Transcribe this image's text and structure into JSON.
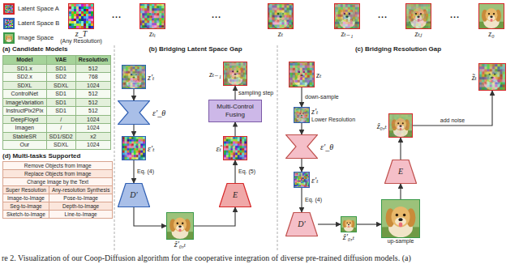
{
  "diagram": {
    "caption": "re 2. Visualization of our Coop-Diffusion algorithm for the cooperative integration of diverse pre-trained diffusion models. (a)",
    "nodes": [
      {
        "text": [
          "z_T",
          "(Any Resolution)"
        ]
      },
      {
        "text": [
          "zₜᵢ"
        ]
      },
      {
        "text": [
          "zₜ"
        ]
      },
      {
        "text": [
          "zₜ₋₁"
        ]
      },
      {
        "text": [
          "zₜⱼ"
        ]
      },
      {
        "text": [
          "z₀"
        ]
      },
      {
        "text": [
          "z′ₜ"
        ]
      },
      {
        "text": [
          "ε′_θ"
        ]
      },
      {
        "text": [
          "ε′ₜ"
        ]
      },
      {
        "text": [
          "D′"
        ]
      },
      {
        "text": [
          "ẑ′₀,ₜ"
        ]
      },
      {
        "text": [
          "E"
        ]
      },
      {
        "text": [
          "ε̂ₜ"
        ]
      },
      {
        "text": [
          "Multi-Control Fusing"
        ]
      },
      {
        "text": [
          "zₜ₋₁"
        ]
      },
      {
        "text": [
          "zₜ"
        ]
      },
      {
        "text": [
          "z′ₜ",
          "Lower Resolution"
        ]
      },
      {
        "text": [
          "ε′_θ"
        ]
      },
      {
        "text": [
          "ε′ₜ"
        ]
      },
      {
        "text": [
          "D′"
        ]
      },
      {
        "text": [
          "ẑ′₀,ₜ"
        ]
      },
      {
        "text": [
          "up-sample"
        ]
      },
      {
        "text": [
          "E"
        ]
      },
      {
        "text": [
          "ẑ₀,ₜ"
        ]
      },
      {
        "text": [
          "z̃ₜ"
        ]
      }
    ],
    "edges": [
      {
        "from": 6,
        "to": 7,
        "arrow": "to"
      },
      {
        "from": 7,
        "to": 8,
        "arrow": "to"
      },
      {
        "from": 8,
        "to": 9,
        "label": "Eq. (4)",
        "arrow": "to"
      },
      {
        "from": 9,
        "to": 10,
        "arrow": "to"
      },
      {
        "from": 10,
        "to": 11,
        "arrow": "to"
      },
      {
        "from": 11,
        "to": 12,
        "label": "Eq. (5)",
        "arrow": "to"
      },
      {
        "from": 12,
        "to": 13,
        "arrow": "to"
      },
      {
        "from": 13,
        "to": 14,
        "label": "sampling step",
        "arrow": "to"
      },
      {
        "from": 15,
        "to": 16,
        "label": "down-sample",
        "arrow": "to"
      },
      {
        "from": 16,
        "to": 17,
        "arrow": "to"
      },
      {
        "from": 17,
        "to": 18,
        "arrow": "to"
      },
      {
        "from": 18,
        "to": 19,
        "label": "Eq. (4)",
        "arrow": "to"
      },
      {
        "from": 19,
        "to": 20,
        "arrow": "to"
      },
      {
        "from": 20,
        "to": 21,
        "arrow": "to"
      },
      {
        "from": 21,
        "to": 22,
        "arrow": "to"
      },
      {
        "from": 22,
        "to": 23,
        "arrow": "to"
      },
      {
        "from": 23,
        "to": 24,
        "label": "add noise",
        "arrow": "to"
      }
    ],
    "labels": [
      "...",
      "...",
      "...",
      "...",
      "(a) Candidate Models",
      "(b) Bridging Latent Space Gap",
      "(c) Bridging Resolution Gap",
      "Model",
      "VAE",
      "Resolution",
      "SD1.x",
      "SD1",
      "512",
      "SD2.x",
      "SD2",
      "768",
      "SDXL",
      "SDXL",
      "1024",
      "ControlNet",
      "SD1",
      "512",
      "ImageVariation",
      "SD1",
      "512",
      "InstructPix2Pix",
      "SD1",
      "512",
      "DeepFloyd",
      "/",
      "1024",
      "Imagen",
      "/",
      "1024",
      "StableSR",
      "SD1/SD2",
      "x2",
      "Our",
      "SDXL",
      "1024",
      "(d) Multi-tasks Supported",
      "Remove Objects from Image",
      "Replace Objects from Image",
      "Change Image by the Text",
      "Super Resolution",
      "Any-resolution Synthesis",
      "Image-to-Image",
      "Pose-to-Image",
      "Seg-to-Image",
      "Depth-to-Image",
      "Sketch-to-Image",
      "Line-to-Image"
    ],
    "legend": [
      {
        "text": "Latent Space A",
        "color": "#d62728"
      },
      {
        "text": "Latent Space B",
        "color": "#2f5fb3"
      },
      {
        "text": "Image Space",
        "color": "#3a9a4a"
      }
    ]
  }
}
